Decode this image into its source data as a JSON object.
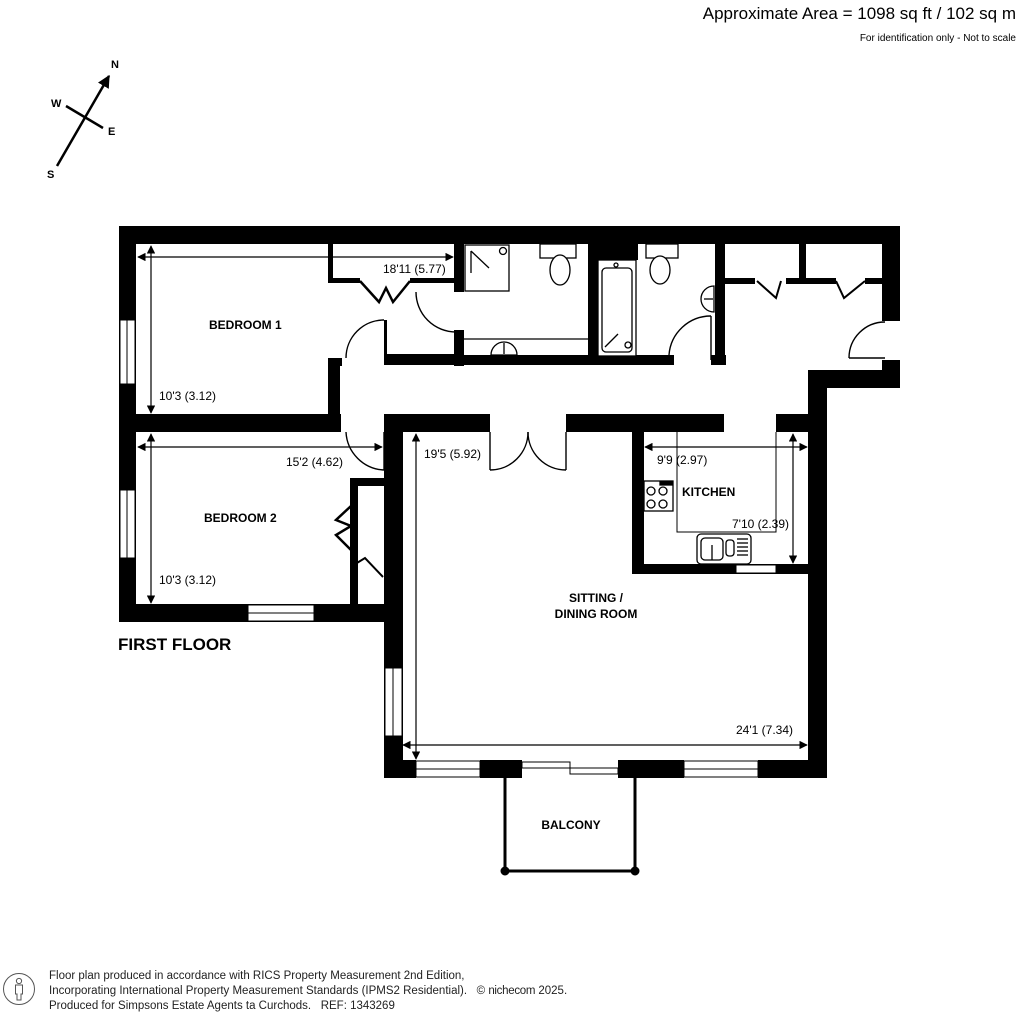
{
  "header": {
    "area": "Approximate Area = 1098 sq ft / 102 sq m",
    "disclaimer": "For identification only - Not to scale"
  },
  "compass": {
    "north": "N",
    "south": "S",
    "east": "E",
    "west": "W"
  },
  "floor": {
    "name": "FIRST FLOOR"
  },
  "rooms": {
    "bedroom1": {
      "name": "BEDROOM 1",
      "width": "18'11 (5.77)",
      "depth": "10'3 (3.12)"
    },
    "bedroom2": {
      "name": "BEDROOM 2",
      "width": "15'2 (4.62)",
      "depth": "10'3 (3.12)"
    },
    "sitting": {
      "name_line1": "SITTING /",
      "name_line2": "DINING ROOM",
      "width": "24'1 (7.34)",
      "depth": "19'5 (5.92)"
    },
    "kitchen": {
      "name": "KITCHEN",
      "width": "9'9 (2.97)",
      "depth": "7'10 (2.39)"
    },
    "balcony": {
      "name": "BALCONY"
    }
  },
  "footer": {
    "line1": "Floor plan produced in accordance with RICS Property Measurement 2nd Edition,",
    "line2": "Incorporating International Property Measurement Standards (IPMS2 Residential).",
    "copyright_symbol": "©",
    "brand": "nichecom",
    "year": "2025.",
    "line3_prefix": "Produced for Simpsons Estate Agents ta Curchods.",
    "ref": "REF: 1343269"
  },
  "colors": {
    "wall": "#000000",
    "background": "#ffffff",
    "footer_text": "#222222"
  }
}
